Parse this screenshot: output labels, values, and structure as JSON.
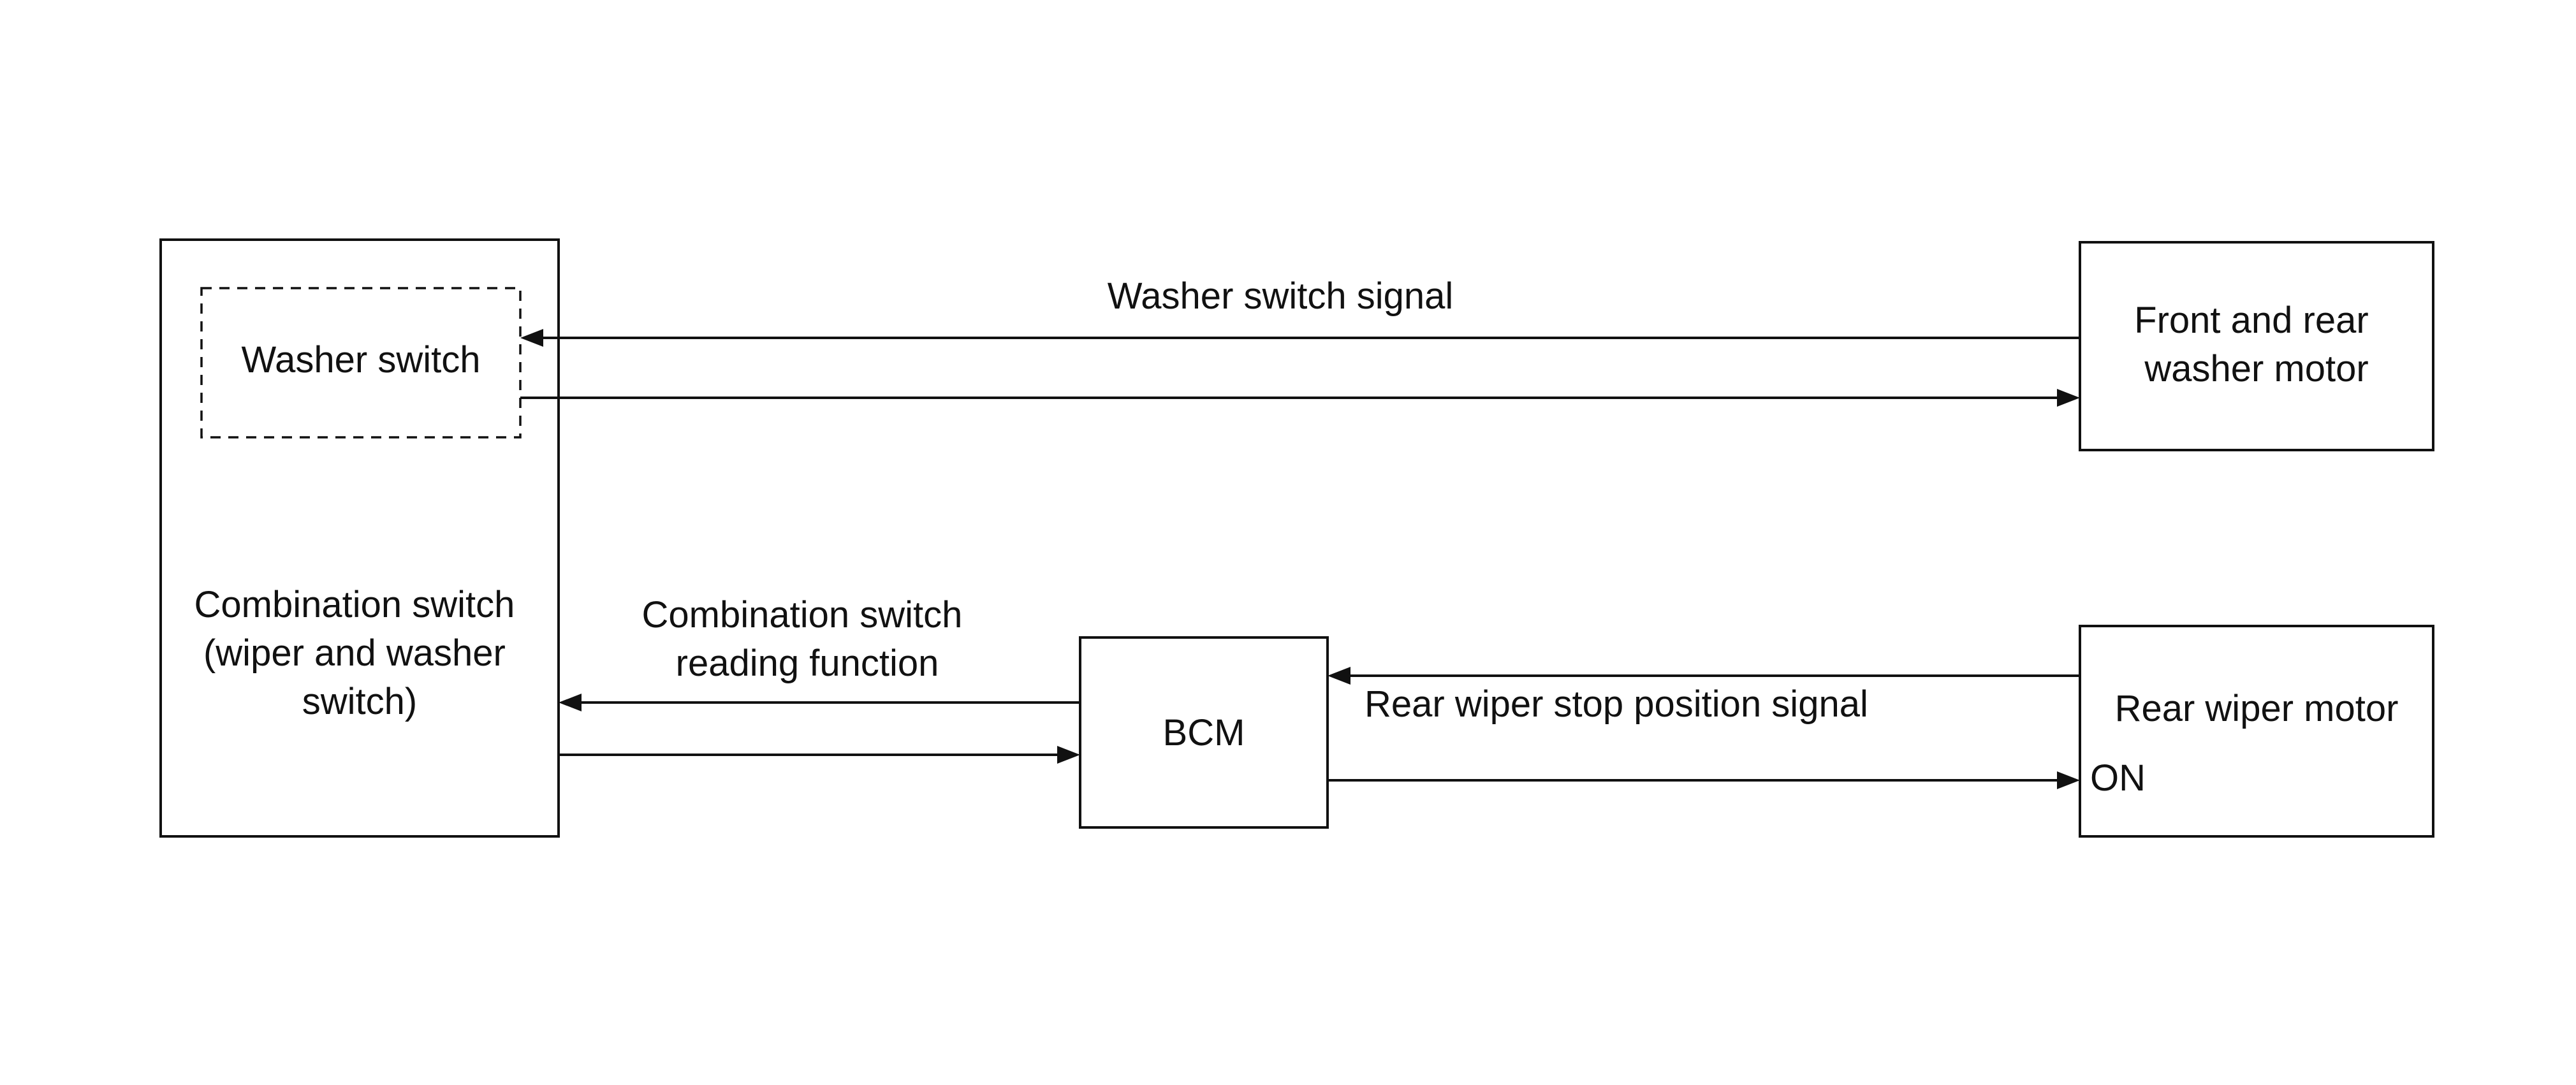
{
  "boxes": {
    "combination_switch": {
      "lines": [
        "Combination switch",
        "(wiper and washer",
        "switch)"
      ]
    },
    "washer_switch": {
      "label": "Washer switch"
    },
    "front_rear_washer_motor": {
      "lines": [
        "Front and rear",
        "washer motor"
      ]
    },
    "bcm": {
      "label": "BCM"
    },
    "rear_wiper_motor": {
      "label": "Rear wiper motor",
      "terminal": "ON"
    }
  },
  "signals": {
    "washer_switch_signal": "Washer switch signal",
    "combination_switch_reading": [
      "Combination switch",
      "reading function"
    ],
    "rear_wiper_stop": "Rear wiper stop position signal"
  },
  "colors": {
    "line": "#111111",
    "background": "#ffffff"
  }
}
